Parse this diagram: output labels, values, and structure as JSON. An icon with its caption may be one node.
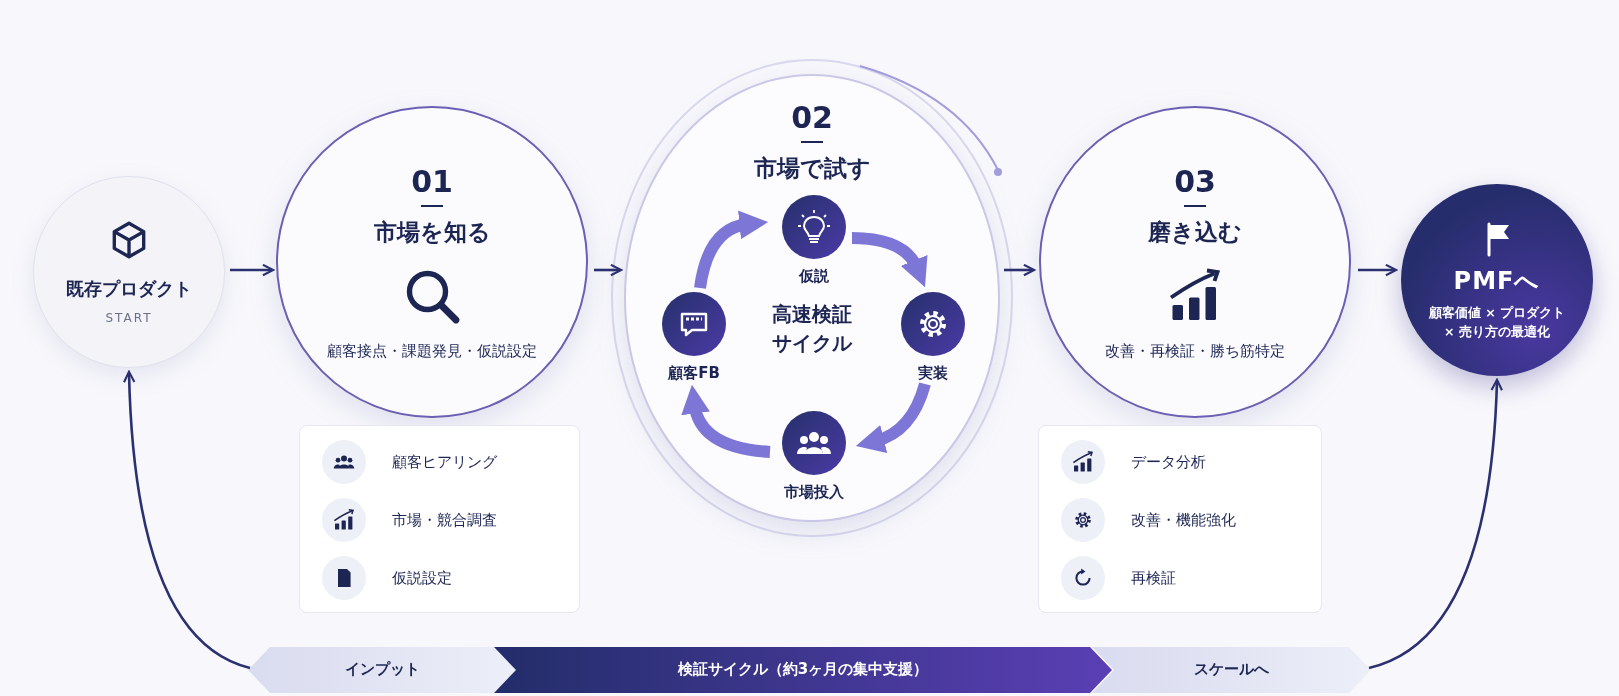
{
  "diagram": {
    "nodes": [
      {
        "text": [
          "既存プロダクト",
          "START"
        ]
      },
      {
        "text": [
          "01",
          "市場を知る",
          "顧客接点・課題発見・仮説設定"
        ]
      },
      {
        "text": [
          "02",
          "市場で試す"
        ]
      },
      {
        "text": [
          "仮説"
        ],
        "in": 2
      },
      {
        "text": [
          "実装"
        ],
        "in": 2
      },
      {
        "text": [
          "市場投入"
        ],
        "in": 2
      },
      {
        "text": [
          "顧客FB"
        ],
        "in": 2
      },
      {
        "text": [
          "03",
          "磨き込む",
          "改善・再検証・勝ち筋特定"
        ]
      },
      {
        "text": [
          "PMFへ",
          "顧客価値 × プロダクト × 売り方の最適化"
        ]
      },
      {
        "text": [
          "顧客ヒアリング",
          "市場・競合調査",
          "仮説設定"
        ]
      },
      {
        "text": [
          "データ分析",
          "改善・機能強化",
          "再検証"
        ]
      },
      {
        "text": [
          "インプット"
        ]
      },
      {
        "text": [
          "検証サイクル（約3ヶ月の集中支援）"
        ]
      },
      {
        "text": [
          "スケールへ"
        ]
      }
    ],
    "edges": [
      {
        "from": 0,
        "to": 1,
        "arrow": "to"
      },
      {
        "from": 1,
        "to": 2,
        "arrow": "to"
      },
      {
        "from": 2,
        "to": 7,
        "arrow": "to"
      },
      {
        "from": 7,
        "to": 8,
        "arrow": "to"
      },
      {
        "from": 3,
        "to": 4,
        "arrow": "to",
        "style": "thick",
        "color": "#7d76d6"
      },
      {
        "from": 4,
        "to": 5,
        "arrow": "to",
        "style": "thick",
        "color": "#7d76d6"
      },
      {
        "from": 5,
        "to": 6,
        "arrow": "to",
        "style": "thick",
        "color": "#7d76d6"
      },
      {
        "from": 6,
        "to": 3,
        "arrow": "to",
        "style": "thick",
        "color": "#7d76d6"
      },
      {
        "from": 11,
        "to": 0,
        "arrow": "to"
      },
      {
        "from": 13,
        "to": 8,
        "arrow": "to"
      }
    ],
    "labels": [
      "高速検証サイクル"
    ]
  }
}
